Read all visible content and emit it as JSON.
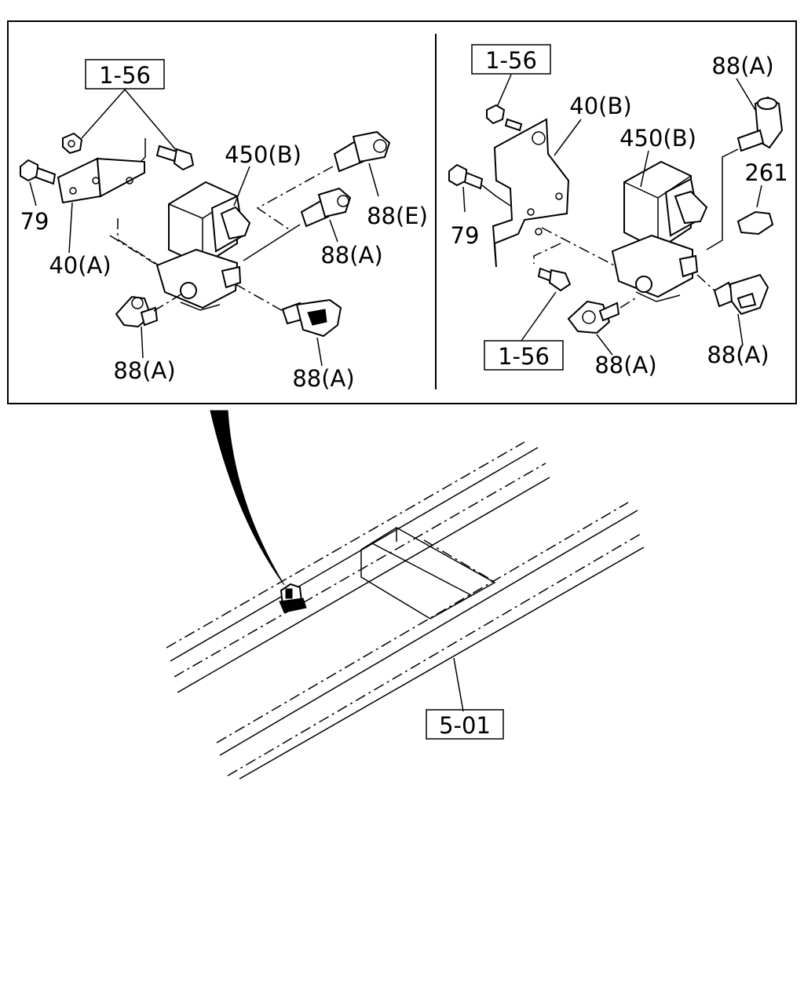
{
  "left_panel": {
    "labels": {
      "ref_bracket": "1-56",
      "bolt": "79",
      "bracket": "40(A)",
      "valve": "450(B)",
      "fitting_e": "88(E)",
      "fitting_a_upper": "88(A)",
      "fitting_a_left": "88(A)",
      "fitting_a_bottom": "88(A)"
    }
  },
  "right_panel": {
    "labels": {
      "ref_bracket_top": "1-56",
      "fitting_a_top": "88(A)",
      "bracket": "40(B)",
      "valve": "450(B)",
      "plug": "261",
      "bolt": "79",
      "ref_bracket_bottom": "1-56",
      "fitting_a_front": "88(A)",
      "fitting_a_right": "88(A)"
    }
  },
  "frame": {
    "ref_frame": "5-01"
  }
}
